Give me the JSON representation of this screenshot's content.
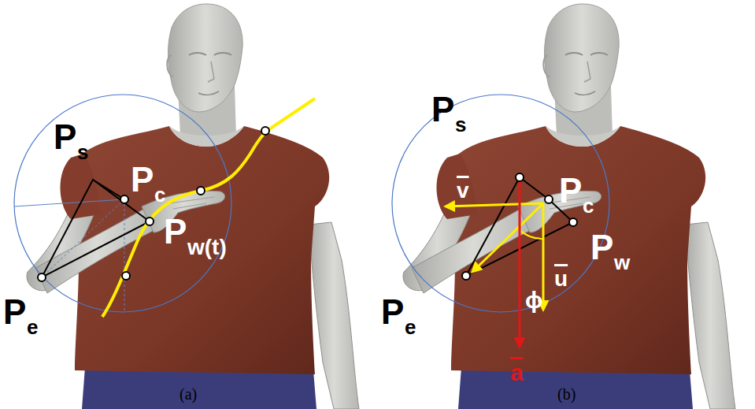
{
  "diagram": {
    "labels": [
      "P",
      "s",
      "P",
      "c",
      "P",
      "w(t)",
      "P",
      "e",
      "(a)",
      "P",
      "s",
      "P",
      "c",
      "P",
      "w",
      "P",
      "e",
      "v",
      "u",
      "ϕ",
      "a",
      "(b)"
    ]
  }
}
